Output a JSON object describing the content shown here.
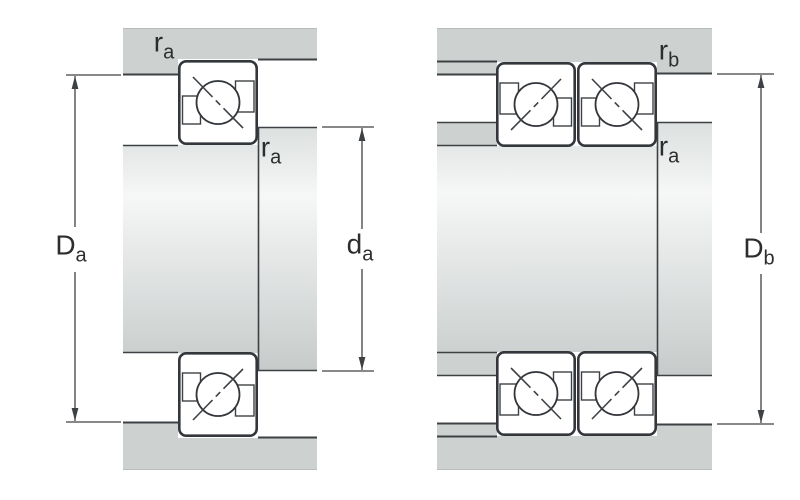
{
  "diagram": {
    "kind": "bearing-mounting-cross-section",
    "left_figure": "single-bearing-arrangement",
    "right_figure": "paired-bearing-arrangement"
  },
  "labels": {
    "Da": {
      "main": "D",
      "sub": "a"
    },
    "da": {
      "main": "d",
      "sub": "a"
    },
    "Db": {
      "main": "D",
      "sub": "b"
    },
    "ra_housing_left_fig": {
      "main": "r",
      "sub": "a"
    },
    "ra_shaft_left_fig": {
      "main": "r",
      "sub": "a"
    },
    "rb_housing_right_fig": {
      "main": "r",
      "sub": "b"
    },
    "ra_shaft_right_fig": {
      "main": "r",
      "sub": "a"
    }
  },
  "colors": {
    "background": "#ffffff",
    "housing_fill": "#cdd2d0",
    "shaft_top": "#dce0df",
    "shaft_highlight": "#f6f7f7",
    "shaft_bottom": "#c6cbca",
    "line": "#3e4144",
    "outline": "#33363a",
    "label_text": "#2b2d2f"
  }
}
